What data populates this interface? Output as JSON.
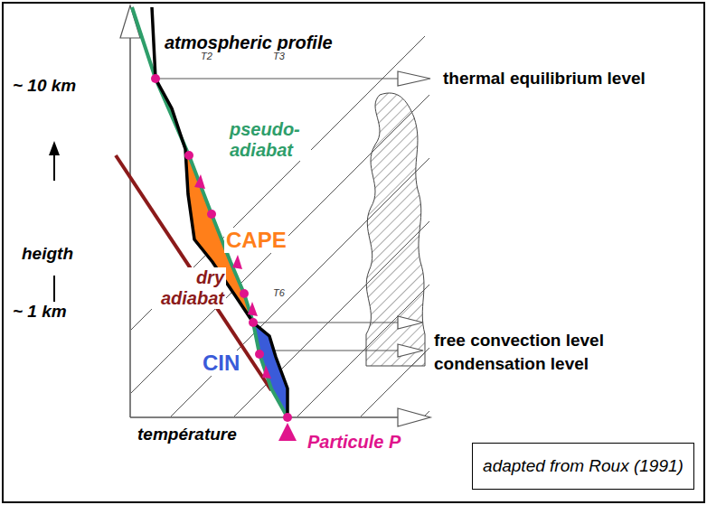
{
  "diagram": {
    "nodes": [
      {
        "text": [
          "adapted from Roux (1991)"
        ]
      }
    ],
    "labels": [
      "atmospheric profile",
      "~ 10 km",
      "thermal equilibrium level",
      "pseudo-adiabat",
      "CAPE",
      "heigth",
      "dry adiabat",
      "~ 1 km",
      "free convection level",
      "condensation level",
      "CIN",
      "température",
      "Particule P",
      "T2",
      "T3",
      "T6"
    ]
  }
}
